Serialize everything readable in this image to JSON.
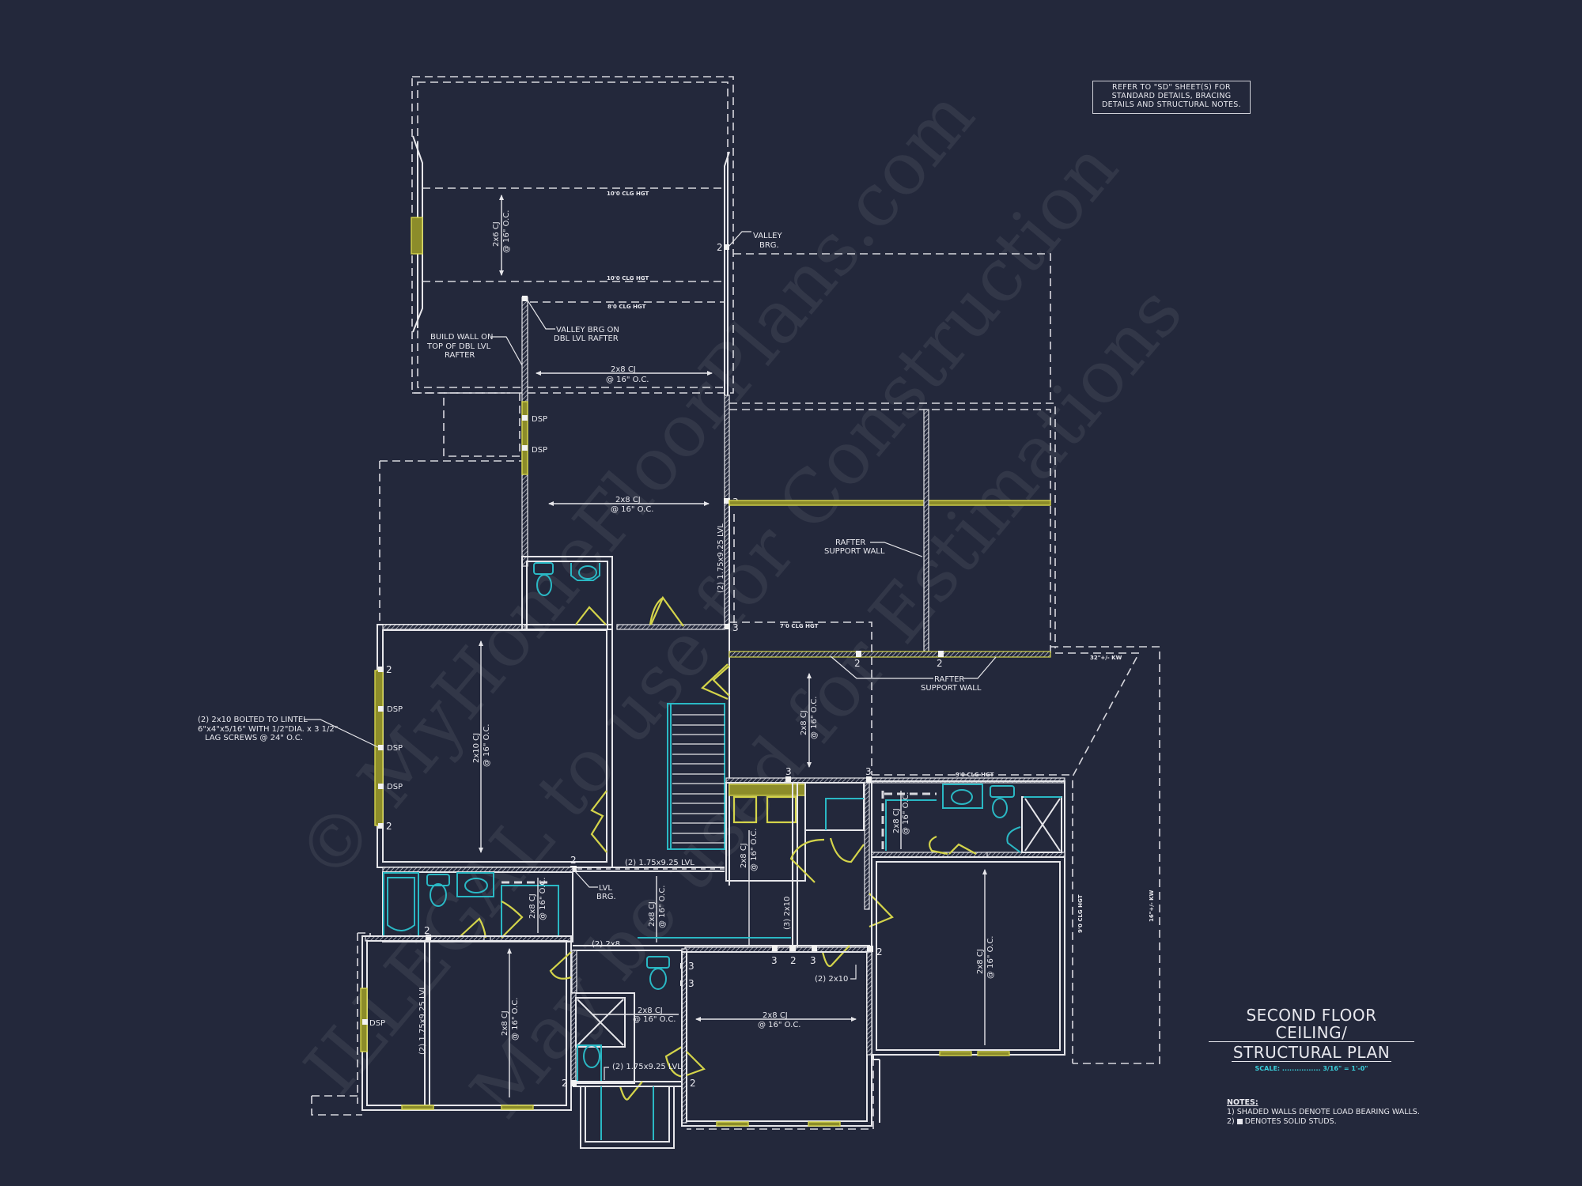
{
  "sheet": {
    "background_color": "#23283b",
    "line_color": "#e6e6ea",
    "accent_yellow": "#d4d44a",
    "accent_cyan": "#2ab8c4"
  },
  "general_note": {
    "line1": "REFER TO \"SD\" SHEET(S) FOR",
    "line2": "STANDARD DETAILS, BRACING",
    "line3": "DETAILS AND STRUCTURAL NOTES."
  },
  "title_block": {
    "line1": "SECOND FLOOR CEILING/",
    "line2": "STRUCTURAL PLAN",
    "scale_label": "SCALE:",
    "scale_dots": "................",
    "scale_value": "3/16\" = 1'-0\""
  },
  "notes": {
    "heading": "NOTES:",
    "item1": "1) SHADED WALLS DENOTE LOAD BEARING WALLS.",
    "item2_prefix": "2)",
    "item2_text": "DENOTES SOLID STUDS."
  },
  "ceiling_heights": {
    "top_upper": "10'0 CLG HGT",
    "top_lower": "10'0 CLG HGT",
    "bonus": "8'0 CLG HGT",
    "landing": "7'0 CLG HGT",
    "suite": "9'0 CLG HGT",
    "side_vertical": "9'0 CLG HGT",
    "knee_top": "32\"+/- KW",
    "knee_side": "16\"+/- KW"
  },
  "joist_labels": {
    "top_room": {
      "line1": "2x6 CJ",
      "line2": "@ 16\" O.C."
    },
    "bonus_upper": {
      "line1": "2x8 CJ",
      "line2": "@ 16\" O.C."
    },
    "bonus_lower": {
      "line1": "2x8 CJ",
      "line2": "@ 16\" O.C."
    },
    "bedroom_left": {
      "line1": "2x10 CJ",
      "line2": "@ 16\" O.C."
    },
    "hall_right": {
      "line1": "2x8 CJ",
      "line2": "@ 16\" O.C."
    },
    "laundry": {
      "line1": "2x8 CJ",
      "line2": "@ 16\" O.C."
    },
    "closet_suite": {
      "line1": "2x8 CJ",
      "line2": "@ 16\" O.C."
    },
    "bedroom_right": {
      "line1": "2x8 CJ",
      "line2": "@ 16\" O.C."
    },
    "bath_closet": {
      "line1": "2x8 CJ",
      "line2": "@ 16\" O.C."
    },
    "hall_lower": {
      "line1": "2x8 CJ",
      "line2": "@ 16\" O.C."
    },
    "bedroom_lower": {
      "line1": "2x8 CJ",
      "line2": "@ 16\" O.C."
    },
    "bath_lower": {
      "line1": "2x8 CJ",
      "line2": "@ 16\" O.C."
    },
    "bedroom_bottom": {
      "line1": "2x8 CJ",
      "line2": "@ 16\" O.C."
    }
  },
  "beam_labels": {
    "stair_lvl_vertical": "(2) 1.75x9.25 LVL",
    "hall_lvl": "(2) 1.75x9.25 LVL",
    "bedroom_lvl_vertical": "(2) 1.75x9.25 LVL",
    "bath_lvl": "(2) 1.75x9.25 LVL",
    "header_2x8": "(2) 2x8",
    "header_3_2x10": "(3) 2x10",
    "header_2_2x10": "(2) 2x10"
  },
  "callouts": {
    "valley_brg": {
      "line1": "VALLEY",
      "line2": "BRG."
    },
    "valley_brg_dbl": {
      "line1": "VALLEY BRG ON",
      "line2": "DBL LVL RAFTER"
    },
    "build_wall": {
      "line1": "BUILD WALL ON",
      "line2": "TOP OF DBL LVL",
      "line3": "RAFTER"
    },
    "rafter_support_upper": {
      "line1": "RAFTER",
      "line2": "SUPPORT WALL"
    },
    "rafter_support_lower": {
      "line1": "RAFTER",
      "line2": "SUPPORT WALL"
    },
    "lvl_brg": {
      "line1": "LVL",
      "line2": "BRG."
    },
    "lintel": {
      "line1": "(2) 2x10 BOLTED TO LINTEL",
      "line2": "6\"x4\"x5/16\" WITH 1/2\"DIA. x 3 1/2\"",
      "line3": "LAG SCREWS @ 24\" O.C."
    }
  },
  "stud_markers": {
    "dsp": "DSP",
    "two": "2",
    "three": "3"
  },
  "watermark": {
    "line1": "© MyHomeFloorPlans.com",
    "line2": "ILLEGAL to use for Construction",
    "line3": "May be used for Estimations"
  }
}
